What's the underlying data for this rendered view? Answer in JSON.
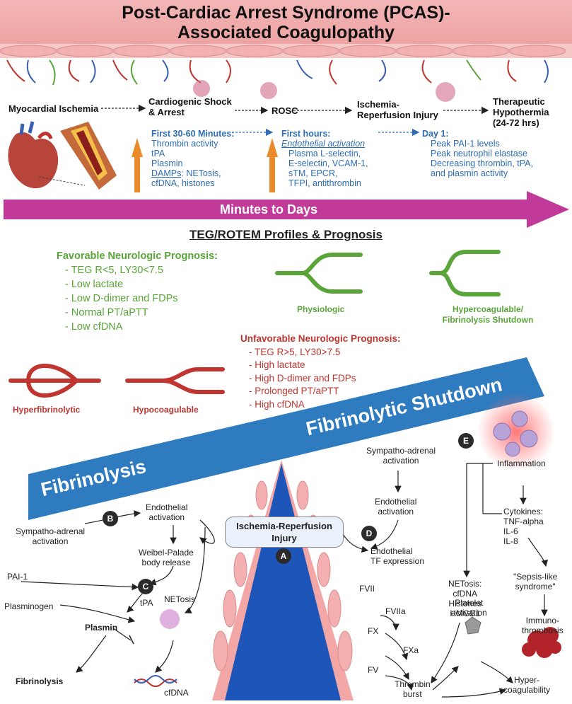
{
  "title": {
    "line1": "Post-Cardiac Arrest Syndrome (PCAS)-",
    "line2": "Associated Coagulopathy"
  },
  "timeline": {
    "stages": [
      "Myocardial Ischemia",
      "Cardiogenic Shock",
      "& Arrest",
      "ROSC",
      "Ischemia-",
      "Reperfusion Injury",
      "Therapeutic",
      "Hypothermia",
      "(24-72 hrs)"
    ],
    "arrow_label": "Minutes to Days",
    "first30": {
      "heading": "First 30-60 Minutes:",
      "items": [
        "Thrombin activity",
        "tPA",
        "Plasmin",
        "DAMPs",
        ": NETosis,",
        "cfDNA, histones"
      ]
    },
    "firsthours": {
      "heading": "First hours:",
      "sub": "Endothelial activation",
      "items": [
        "Plasma L-selectin,",
        "E-selectin, VCAM-1,",
        "sTM, EPCR,",
        "TFPI, antithrombin"
      ]
    },
    "day1": {
      "heading": "Day 1:",
      "items": [
        "Peak PAI-1 levels",
        "Peak neutrophil elastase",
        "Decreasing thrombin, tPA,",
        "and plasmin activity"
      ]
    }
  },
  "teg": {
    "heading": "TEG/ROTEM Profiles & Prognosis",
    "favorable": {
      "heading": "Favorable Neurologic Prognosis:",
      "items": [
        "- TEG R<5, LY30<7.5",
        "- Low lactate",
        "- Low D-dimer and FDPs",
        "- Normal PT/aPTT",
        "- Low cfDNA"
      ]
    },
    "unfavorable": {
      "heading": "Unfavorable Neurologic Prognosis:",
      "items": [
        "- TEG R>5, LY30>7.5",
        "- High lactate",
        "- High D-dimer and FDPs",
        "- Prolonged PT/aPTT",
        "- High cfDNA"
      ]
    },
    "profiles": {
      "physiologic": "Physiologic",
      "hyper1": "Hypercoagulable/",
      "hyper2": "Fibrinolysis Shutdown",
      "hyperfib": "Hyperfibrinolytic",
      "hypocoag": "Hypocoagulable"
    }
  },
  "balance": {
    "left": "Fibrinolysis",
    "right": "Fibrinolytic Shutdown",
    "center1": "Ischemia-Reperfusion",
    "center2": "Injury"
  },
  "markers": {
    "a": "A",
    "b": "B",
    "c": "C",
    "d": "D",
    "e": "E"
  },
  "left_path": {
    "sympatho1": "Sympatho-adrenal",
    "sympatho2": "activation",
    "endo1": "Endothelial",
    "endo2": "activation",
    "weibel1": "Weibel-Palade",
    "weibel2": "body release",
    "pai1": "PAI-1",
    "tpa": "tPA",
    "plasminogen": "Plasminogen",
    "plasmin": "Plasmin",
    "fibrinolysis": "Fibrinolysis",
    "netosis": "NETosis",
    "cfdna": "cfDNA"
  },
  "right_path": {
    "sympatho1": "Sympatho-adrenal",
    "sympatho2": "activation",
    "endo1": "Endothelial",
    "endo2": "activation",
    "tf1": "Endothelial",
    "tf2": "TF expression",
    "fvii": "FVII",
    "fviia": "FVIIa",
    "fx": "FX",
    "fxa": "FXa",
    "fv": "FV",
    "thrombin1": "Thrombin",
    "thrombin2": "burst",
    "platelet1": "Platelet",
    "platelet2": "activation",
    "hyper1": "Hyper-",
    "hyper2": "coagulability",
    "inflammation": "Inflammation",
    "cyt1": "Cytokines:",
    "cyt2": "TNF-alpha",
    "cyt3": "IL-6",
    "cyt4": "IL-8",
    "net1": "NETosis:",
    "net2": "cfDNA",
    "net3": "Histones",
    "net4": "HMGB1",
    "sepsis1": "\"Sepsis-like",
    "sepsis2": "syndrome\"",
    "immuno1": "Immuno-",
    "immuno2": "thrombosis"
  },
  "colors": {
    "title_band": "#f0aaaa",
    "magenta_arrow": "#c13a9a",
    "blue_beam": "#2f7bbf",
    "green": "#5aa53a",
    "red": "#c0352f",
    "orange_arrow": "#e98b2a"
  }
}
